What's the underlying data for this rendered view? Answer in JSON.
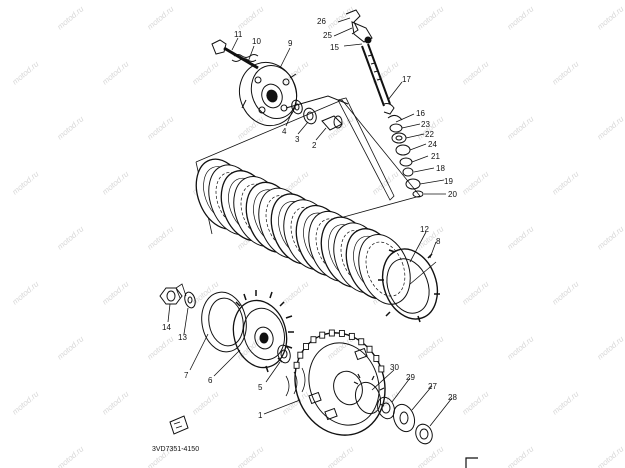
{
  "diagram": {
    "drawing_code": "3VD7351-4150",
    "watermark_text": "motod.ru",
    "ink_color": "#111111",
    "callouts": [
      "1",
      "2",
      "3",
      "4",
      "5",
      "6",
      "7",
      "8",
      "9",
      "10",
      "11",
      "12",
      "13",
      "14",
      "15",
      "16",
      "17",
      "18",
      "19",
      "20",
      "21",
      "22",
      "23",
      "24",
      "25",
      "26",
      "27",
      "28",
      "29",
      "30"
    ]
  }
}
